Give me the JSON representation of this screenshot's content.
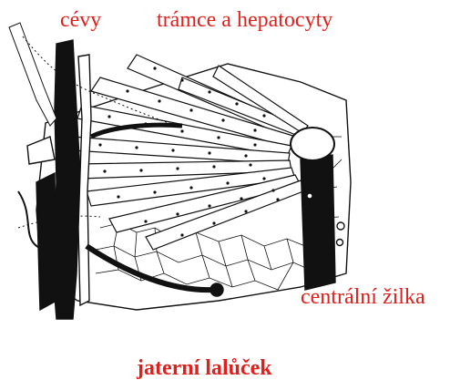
{
  "labels": {
    "vessels": "cévy",
    "cords_and_hepatocytes": "trámce a hepatocyty",
    "central_vein": "centrální žilka"
  },
  "caption": "jaterní lalůček",
  "colors": {
    "label": "#e0201c",
    "ink": "#111111",
    "background": "#ffffff"
  }
}
